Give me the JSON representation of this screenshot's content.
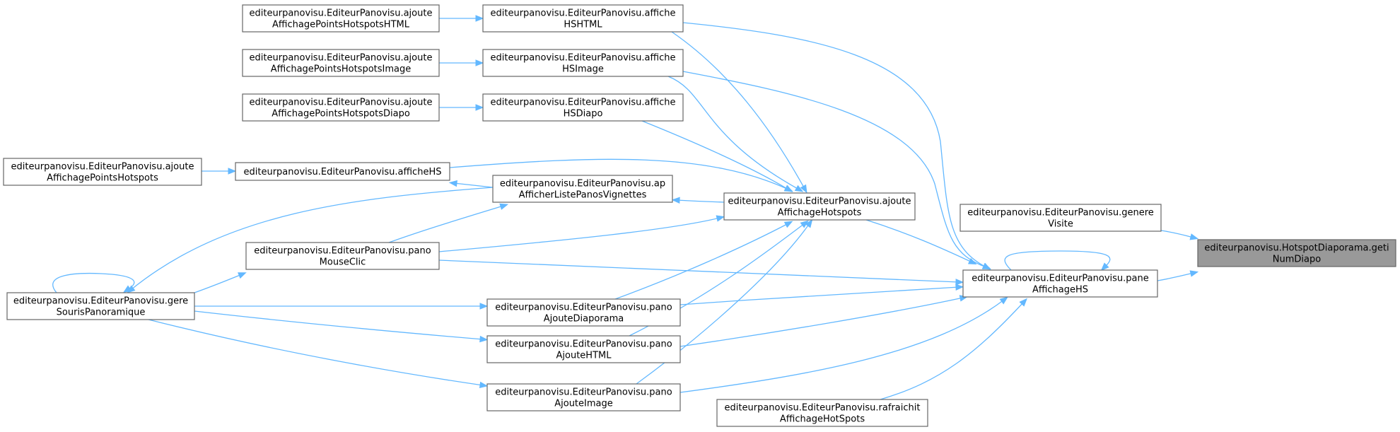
{
  "diagram": {
    "nodes": [
      {
        "id": "n0",
        "lines": [
          "editeurpanovisu.HotspotDiaporama.geti",
          "NumDiapo"
        ],
        "highlight": true
      },
      {
        "id": "n1",
        "lines": [
          "editeurpanovisu.EditeurPanovisu.genere",
          "Visite"
        ]
      },
      {
        "id": "n2",
        "lines": [
          "editeurpanovisu.EditeurPanovisu.pane",
          "AffichageHS"
        ]
      },
      {
        "id": "n3",
        "lines": [
          "editeurpanovisu.EditeurPanovisu.ajoute",
          "AffichageHotspots"
        ]
      },
      {
        "id": "n4",
        "lines": [
          "editeurpanovisu.EditeurPanovisu.affiche",
          "HSHTML"
        ]
      },
      {
        "id": "n5",
        "lines": [
          "editeurpanovisu.EditeurPanovisu.affiche",
          "HSImage"
        ]
      },
      {
        "id": "n6",
        "lines": [
          "editeurpanovisu.EditeurPanovisu.affiche",
          "HSDiapo"
        ]
      },
      {
        "id": "n7",
        "lines": [
          "editeurpanovisu.EditeurPanovisu.afficheHS"
        ]
      },
      {
        "id": "n8",
        "lines": [
          "editeurpanovisu.EditeurPanovisu.ap",
          "AfficherListePanosVignettes"
        ]
      },
      {
        "id": "n9",
        "lines": [
          "editeurpanovisu.EditeurPanovisu.pano",
          "MouseClic"
        ]
      },
      {
        "id": "n10",
        "lines": [
          "editeurpanovisu.EditeurPanovisu.pano",
          "AjouteDiaporama"
        ]
      },
      {
        "id": "n11",
        "lines": [
          "editeurpanovisu.EditeurPanovisu.pano",
          "AjouteHTML"
        ]
      },
      {
        "id": "n12",
        "lines": [
          "editeurpanovisu.EditeurPanovisu.pano",
          "AjouteImage"
        ]
      },
      {
        "id": "n13",
        "lines": [
          "editeurpanovisu.EditeurPanovisu.rafraichit",
          "AffichageHotSpots"
        ]
      },
      {
        "id": "n14",
        "lines": [
          "editeurpanovisu.EditeurPanovisu.ajoute",
          "AffichagePointsHotspotsHTML"
        ]
      },
      {
        "id": "n15",
        "lines": [
          "editeurpanovisu.EditeurPanovisu.ajoute",
          "AffichagePointsHotspotsImage"
        ]
      },
      {
        "id": "n16",
        "lines": [
          "editeurpanovisu.EditeurPanovisu.ajoute",
          "AffichagePointsHotspotsDiapo"
        ]
      },
      {
        "id": "n17",
        "lines": [
          "editeurpanovisu.EditeurPanovisu.ajoute",
          "AffichagePointsHotspots"
        ]
      },
      {
        "id": "n18",
        "lines": [
          "editeurpanovisu.EditeurPanovisu.gere",
          "SourisPanoramique"
        ]
      }
    ],
    "edges": [
      {
        "from": "n1",
        "to": "n0"
      },
      {
        "from": "n2",
        "to": "n0"
      },
      {
        "from": "n2",
        "to": "n2"
      },
      {
        "from": "n3",
        "to": "n2"
      },
      {
        "from": "n4",
        "to": "n2"
      },
      {
        "from": "n5",
        "to": "n2"
      },
      {
        "from": "n9",
        "to": "n2"
      },
      {
        "from": "n10",
        "to": "n2"
      },
      {
        "from": "n11",
        "to": "n2"
      },
      {
        "from": "n12",
        "to": "n2"
      },
      {
        "from": "n13",
        "to": "n2"
      },
      {
        "from": "n4",
        "to": "n3"
      },
      {
        "from": "n5",
        "to": "n3"
      },
      {
        "from": "n6",
        "to": "n3"
      },
      {
        "from": "n7",
        "to": "n3"
      },
      {
        "from": "n9",
        "to": "n3"
      },
      {
        "from": "n10",
        "to": "n3"
      },
      {
        "from": "n11",
        "to": "n3"
      },
      {
        "from": "n12",
        "to": "n3"
      },
      {
        "from": "n3",
        "to": "n8"
      },
      {
        "from": "n14",
        "to": "n4"
      },
      {
        "from": "n15",
        "to": "n5"
      },
      {
        "from": "n16",
        "to": "n6"
      },
      {
        "from": "n17",
        "to": "n7"
      },
      {
        "from": "n8",
        "to": "n7"
      },
      {
        "from": "n9",
        "to": "n8"
      },
      {
        "from": "n8",
        "to": "n18"
      },
      {
        "from": "n18",
        "to": "n9"
      },
      {
        "from": "n18",
        "to": "n10"
      },
      {
        "from": "n18",
        "to": "n11"
      },
      {
        "from": "n18",
        "to": "n12"
      },
      {
        "from": "n18",
        "to": "n18"
      }
    ]
  }
}
